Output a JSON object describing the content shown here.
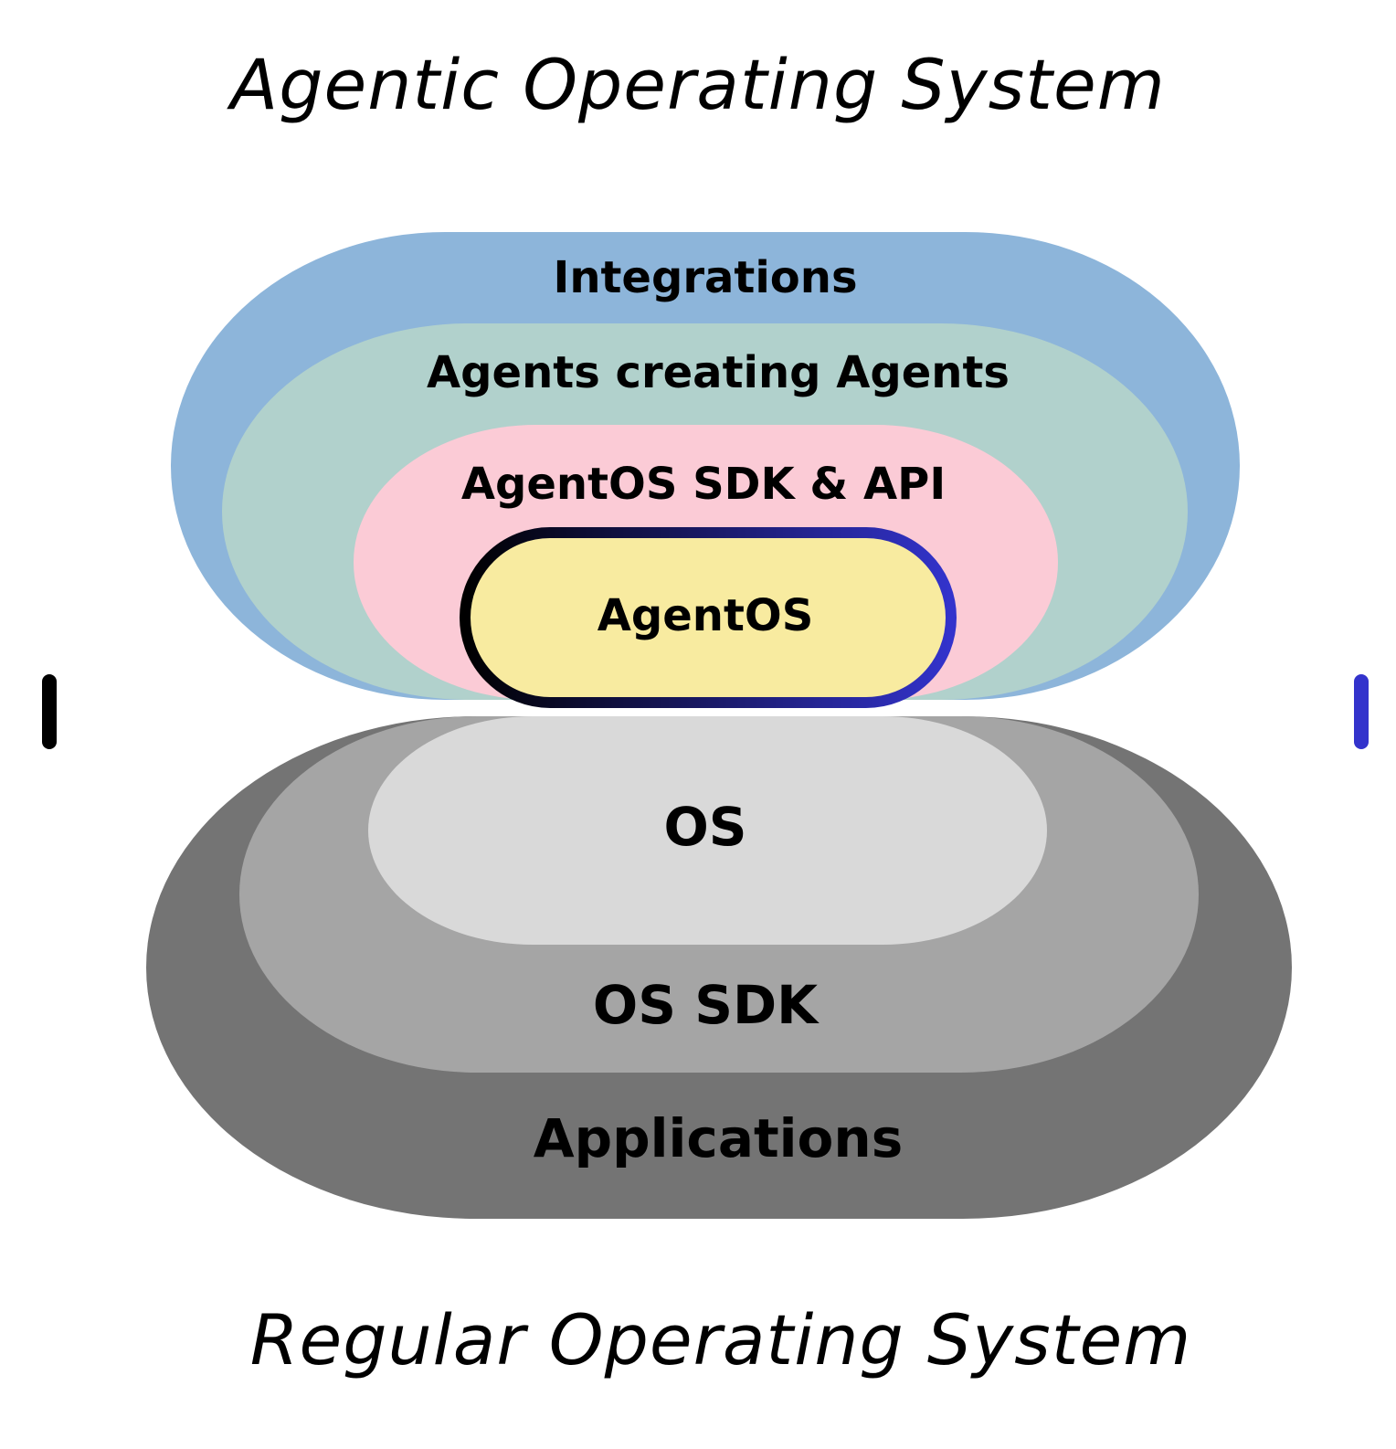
{
  "titles": {
    "top": "Agentic Operating System",
    "bottom": "Regular Operating System"
  },
  "agentic_layers": [
    {
      "label": "Integrations",
      "color": "#8db5da"
    },
    {
      "label": "Agents creating Agents",
      "color": "#b1d1cc"
    },
    {
      "label": "AgentOS SDK & API",
      "color": "#fbcbd6"
    },
    {
      "label": "AgentOS",
      "color": "#f8eba0"
    }
  ],
  "regular_layers": [
    {
      "label": "Applications",
      "color": "#747474"
    },
    {
      "label": "OS SDK",
      "color": "#a5a5a5"
    },
    {
      "label": "OS",
      "color": "#d9d9d9"
    }
  ],
  "divider": {
    "gradient_start": "#000000",
    "gradient_end": "#3333cc"
  }
}
